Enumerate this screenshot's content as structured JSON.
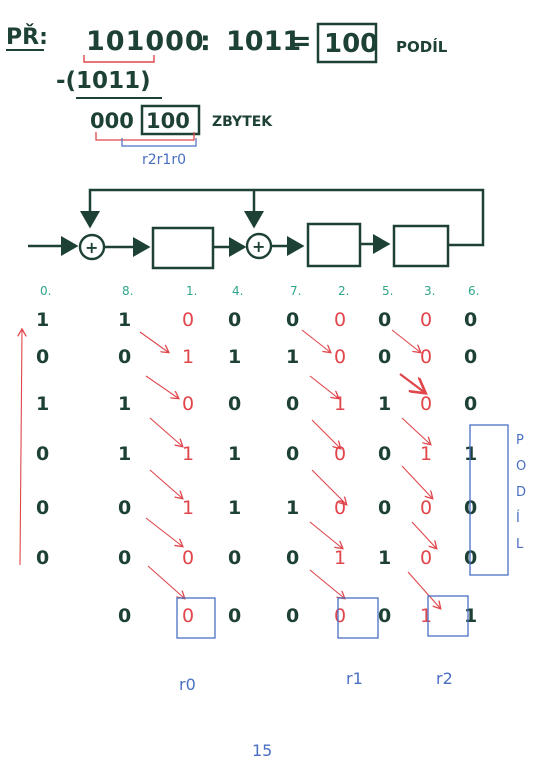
{
  "header": {
    "label": "PŘ:",
    "dividend": "101000",
    "colon": ":",
    "divisor": "1011",
    "equals": "=",
    "quotient": "100",
    "quotient_label": "PODÍL"
  },
  "subtraction": "-(1011)",
  "remainder": {
    "leading": "000",
    "boxed": "100",
    "label": "ZBYTEK",
    "register_names": "r2r1r0"
  },
  "column_order": [
    "0.",
    "8.",
    "1.",
    "4.",
    "7.",
    "2.",
    "5.",
    "3.",
    "6."
  ],
  "table_rows": [
    [
      "1",
      "1",
      "0",
      "0",
      "0",
      "0",
      "0",
      "0",
      "0"
    ],
    [
      "0",
      "0",
      "1",
      "1",
      "1",
      "0",
      "0",
      "0",
      "0"
    ],
    [
      "1",
      "1",
      "0",
      "0",
      "0",
      "1",
      "1",
      "0",
      "0"
    ],
    [
      "0",
      "1",
      "1",
      "1",
      "0",
      "0",
      "0",
      "1",
      "1"
    ],
    [
      "0",
      "0",
      "1",
      "1",
      "1",
      "0",
      "0",
      "0",
      "0"
    ],
    [
      "0",
      "0",
      "0",
      "0",
      "0",
      "1",
      "1",
      "0",
      "0"
    ],
    [
      "",
      "0",
      "0",
      "0",
      "0",
      "0",
      "0",
      "1",
      "1"
    ]
  ],
  "final_registers": [
    "r0",
    "r1",
    "r2"
  ],
  "side_label": [
    "P",
    "O",
    "D",
    "Í",
    "L"
  ],
  "page_number": "15",
  "colors": {
    "dark": "#1e4136",
    "red": "#e0464c",
    "blue": "#4a6fc2",
    "teal": "#2fa58a"
  }
}
